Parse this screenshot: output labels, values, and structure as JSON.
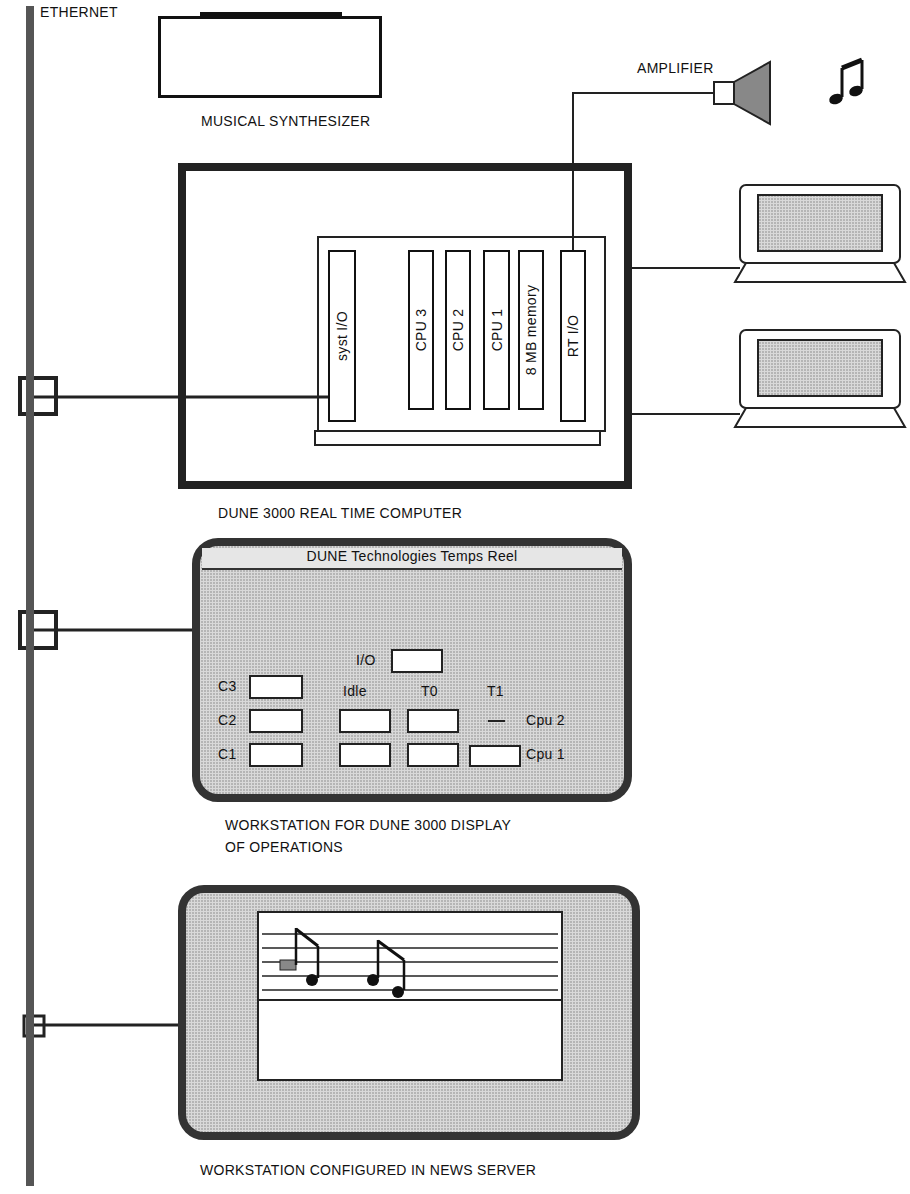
{
  "diagram": {
    "nodes": [
      {
        "text": [
          "ETHERNET"
        ]
      },
      {
        "text": [
          "MUSICAL SYNTHESIZER"
        ]
      },
      {
        "text": [
          "AMPLIFIER"
        ]
      },
      {
        "text": [
          "DUNE 3000 REAL TIME COMPUTER"
        ]
      },
      {
        "text": [
          "syst I/O"
        ],
        "in": 3
      },
      {
        "text": [
          "CPU 3"
        ],
        "in": 3
      },
      {
        "text": [
          "CPU 2"
        ],
        "in": 3
      },
      {
        "text": [
          "CPU 1"
        ],
        "in": 3
      },
      {
        "text": [
          "8 MB memory"
        ],
        "in": 3
      },
      {
        "text": [
          "RT I/O"
        ],
        "in": 3
      },
      {
        "text": [
          "DUNE Technologies Temps Reel",
          "WORKSTATION FOR DUNE 3000 DISPLAY OF OPERATIONS"
        ]
      },
      {
        "text": [
          "WORKSTATION CONFIGURED IN NEWS SERVER"
        ]
      }
    ],
    "edges": [
      {
        "from": 0,
        "to": 4,
        "arrow": "none"
      },
      {
        "from": 9,
        "to": 2,
        "arrow": "none"
      },
      {
        "from": 0,
        "to": 10,
        "arrow": "none"
      },
      {
        "from": 0,
        "to": 11,
        "arrow": "none"
      }
    ],
    "labels": [
      "I/O",
      "C3",
      "C2",
      "C1",
      "Idle",
      "T0",
      "T1",
      "Cpu 2",
      "Cpu 1"
    ]
  }
}
